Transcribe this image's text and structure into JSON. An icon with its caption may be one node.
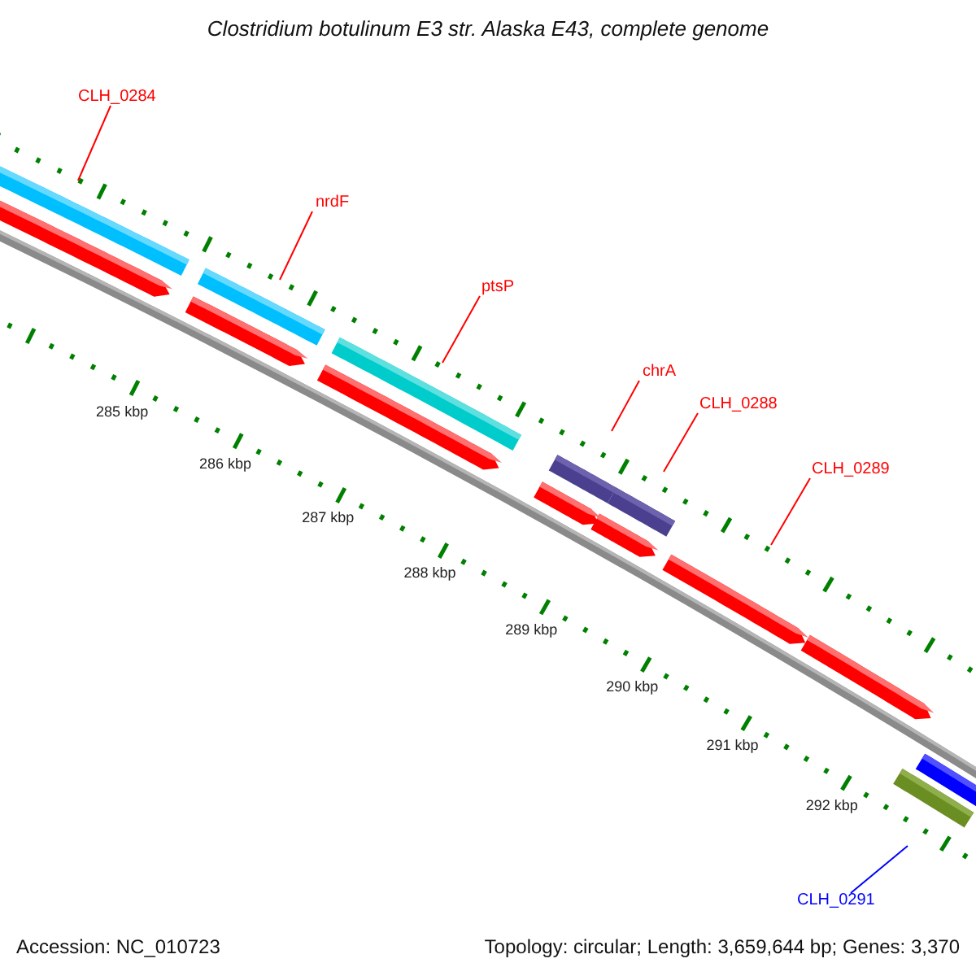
{
  "diagram": {
    "title": "Clostridium botulinum E3 str. Alaska E43, complete genome",
    "nodes": [
      {
        "text": [
          "CLH_0284"
        ]
      },
      {
        "text": [
          "nrdF"
        ]
      },
      {
        "text": [
          "ptsP"
        ]
      },
      {
        "text": [
          "chrA"
        ]
      },
      {
        "text": [
          "CLH_0288"
        ]
      },
      {
        "text": [
          "CLH_0289"
        ]
      },
      {
        "text": [
          "CLH_0291"
        ]
      }
    ],
    "edges": [
      {
        "from": 0,
        "to": null,
        "arrow": "none"
      },
      {
        "from": 1,
        "to": null,
        "arrow": "none"
      },
      {
        "from": 2,
        "to": null,
        "arrow": "none"
      },
      {
        "from": 3,
        "to": null,
        "arrow": "none"
      },
      {
        "from": 4,
        "to": null,
        "arrow": "none"
      },
      {
        "from": 5,
        "to": null,
        "arrow": "none"
      },
      {
        "from": 6,
        "to": null,
        "arrow": "none",
        "color": "#0000ff"
      }
    ],
    "labels": [
      "285 kbp",
      "286 kbp",
      "287 kbp",
      "288 kbp",
      "289 kbp",
      "290 kbp",
      "291 kbp",
      "292 kbp",
      "Accession: NC_010723",
      "Topology: circular; Length: 3,659,644 bp; Genes: 3,370"
    ]
  }
}
